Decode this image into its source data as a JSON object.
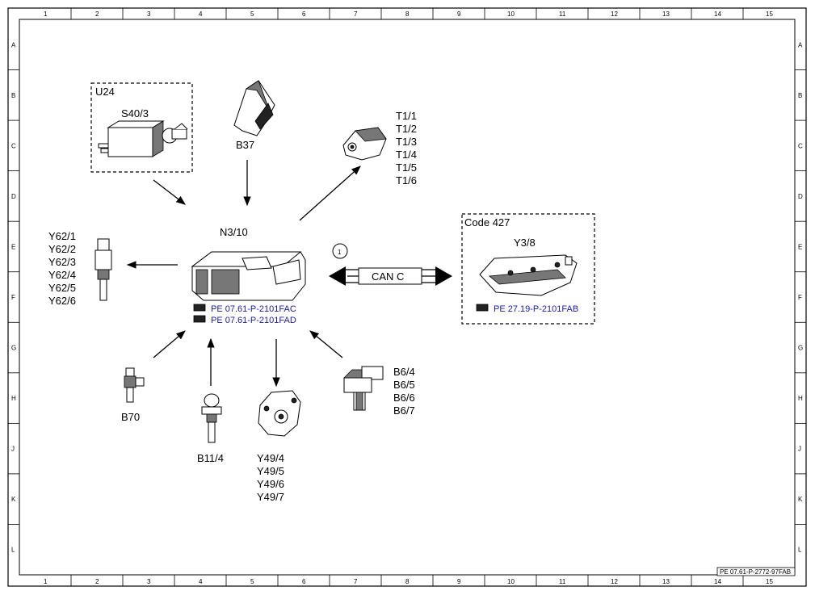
{
  "frame": {
    "column_labels": [
      "1",
      "2",
      "3",
      "4",
      "5",
      "6",
      "7",
      "8",
      "9",
      "10",
      "11",
      "12",
      "13",
      "14",
      "15"
    ],
    "row_labels": [
      "A",
      "B",
      "C",
      "D",
      "E",
      "F",
      "G",
      "H",
      "J",
      "K",
      "L"
    ],
    "document_ref": "PE 07.61-P-2772-97FAB"
  },
  "components": {
    "u24": {
      "box_label": "U24",
      "part_label": "S40/3"
    },
    "b37": {
      "label": "B37"
    },
    "t1": {
      "labels": [
        "T1/1",
        "T1/2",
        "T1/3",
        "T1/4",
        "T1/5",
        "T1/6"
      ]
    },
    "n3_10": {
      "label": "N3/10",
      "refs": [
        "PE 07.61-P-2101FAC",
        "PE 07.61-P-2101FAD"
      ]
    },
    "y62": {
      "labels": [
        "Y62/1",
        "Y62/2",
        "Y62/3",
        "Y62/4",
        "Y62/5",
        "Y62/6"
      ]
    },
    "can": {
      "circle_number": "1",
      "bus_label": "CAN C"
    },
    "code427": {
      "box_label": "Code 427",
      "part_label": "Y3/8",
      "ref": "PE 27.19-P-2101FAB"
    },
    "b70": {
      "label": "B70"
    },
    "b11_4": {
      "label": "B11/4"
    },
    "y49": {
      "labels": [
        "Y49/4",
        "Y49/5",
        "Y49/6",
        "Y49/7"
      ]
    },
    "b6": {
      "labels": [
        "B6/4",
        "B6/5",
        "B6/6",
        "B6/7"
      ]
    }
  },
  "colors": {
    "reference_link": "#1a1aa8",
    "line": "#000000"
  }
}
